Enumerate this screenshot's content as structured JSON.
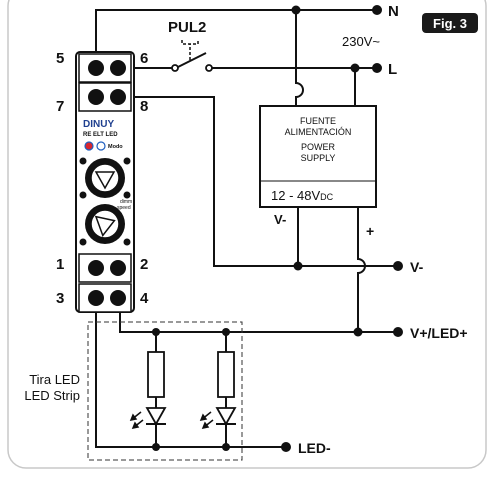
{
  "figure_badge": "Fig. 3",
  "mains_terminals": {
    "neutral": "N",
    "live": "L",
    "voltage": "230V~"
  },
  "switch_label": "PUL2",
  "power_supply": {
    "line1": "FUENTE",
    "line2": "ALIMENTACIÓN",
    "line3": "POWER",
    "line4": "SUPPLY",
    "output": "12 - 48V",
    "output_sub": "DC",
    "neg_terminal": "V-",
    "pos_terminal": "+"
  },
  "device": {
    "brand": "DINUY",
    "model": "RE ELT LED",
    "mode_label": "Modo",
    "knob2_label_a": "dimm",
    "knob2_label_b": "speed",
    "terminals": {
      "t5": "5",
      "t6": "6",
      "t7": "7",
      "t8": "8",
      "t1": "1",
      "t2": "2",
      "t3": "3",
      "t4": "4"
    }
  },
  "outputs": {
    "vminus": "V-",
    "vplus_led": "V+/LED+",
    "led_minus": "LED-"
  },
  "led_strip_label": {
    "line1": "Tira LED",
    "line2": "LED Strip"
  },
  "colors": {
    "badge_bg": "#1a1a1a",
    "badge_text": "#ffffff",
    "brand": "#1f3f8f",
    "led_red": "#d8262f",
    "led_blue": "#1f5fbf",
    "border": "#c8c8c8"
  }
}
